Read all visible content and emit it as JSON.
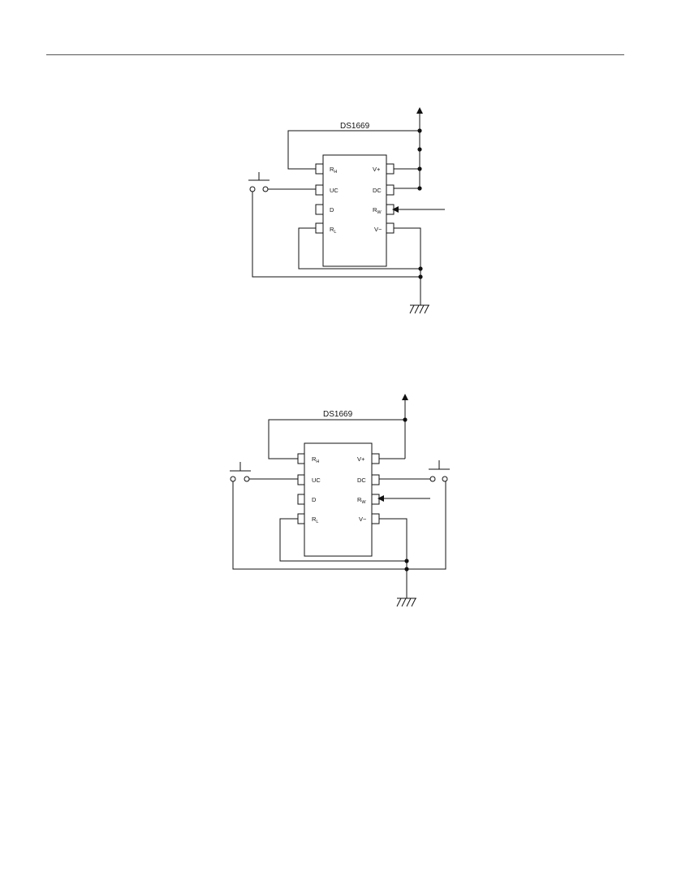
{
  "header": {
    "rule": ""
  },
  "circuits": [
    {
      "id": "circuit-1",
      "chip_label": "DS1669",
      "pins": {
        "rh": {
          "main": "R",
          "sub": "H"
        },
        "uc": {
          "main": "UC"
        },
        "d": {
          "main": "D"
        },
        "rl": {
          "main": "R",
          "sub": "L"
        },
        "vplus": {
          "main": "V+"
        },
        "dc": {
          "main": "DC"
        },
        "rw": {
          "main": "R",
          "sub": "W"
        },
        "vminus": {
          "main": "V−"
        }
      }
    },
    {
      "id": "circuit-2",
      "chip_label": "DS1669",
      "pins": {
        "rh": {
          "main": "R",
          "sub": "H"
        },
        "uc": {
          "main": "UC"
        },
        "d": {
          "main": "D"
        },
        "rl": {
          "main": "R",
          "sub": "L"
        },
        "vplus": {
          "main": "V+"
        },
        "dc": {
          "main": "DC"
        },
        "rw": {
          "main": "R",
          "sub": "W"
        },
        "vminus": {
          "main": "V−"
        }
      }
    }
  ]
}
